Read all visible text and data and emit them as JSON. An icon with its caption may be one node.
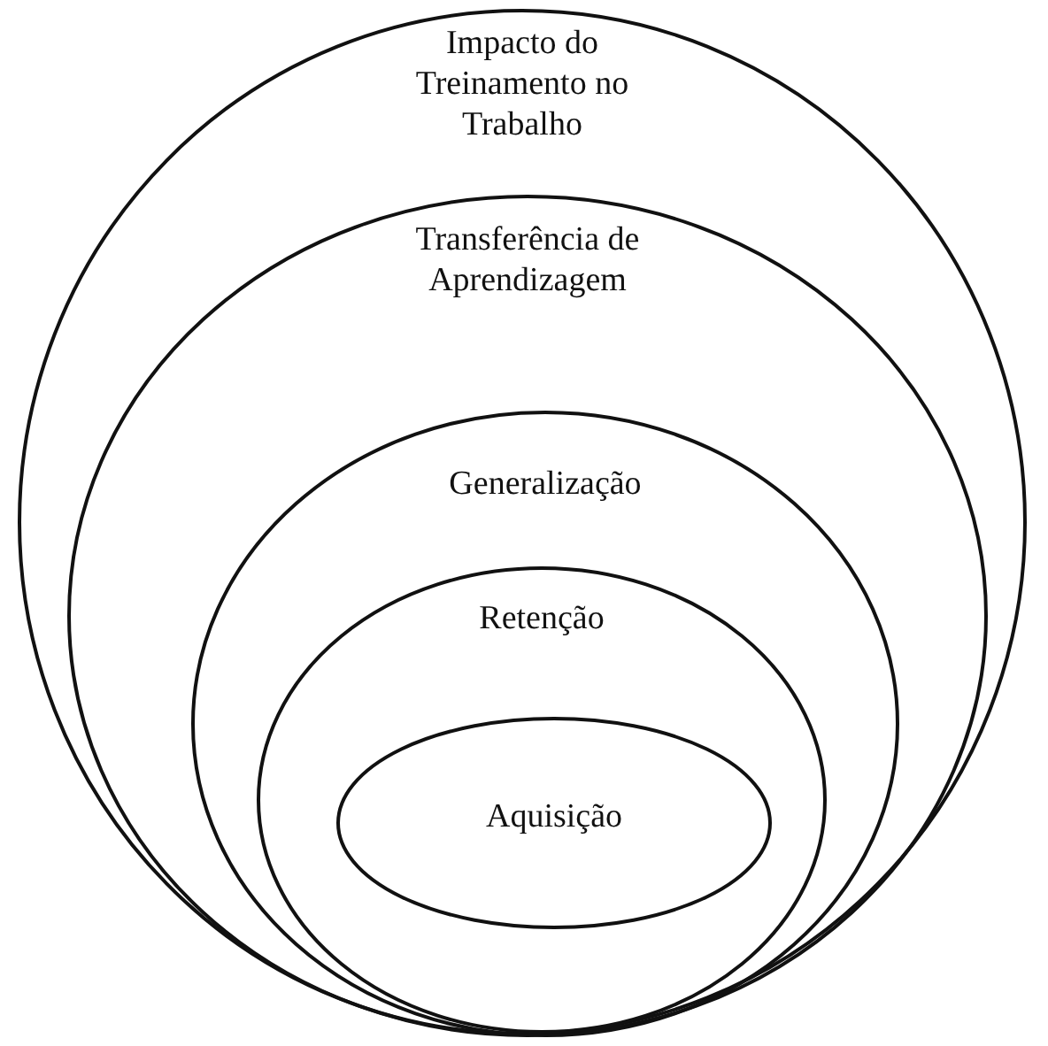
{
  "diagram": {
    "nodes": [
      {
        "text": [
          "Impacto do Treinamento no Trabalho"
        ]
      },
      {
        "text": [
          "Transferência de Aprendizagem"
        ],
        "in": 0
      },
      {
        "text": [
          "Generalização"
        ],
        "in": 1
      },
      {
        "text": [
          "Retenção"
        ],
        "in": 2
      },
      {
        "text": [
          "Aquisição"
        ],
        "in": 3
      }
    ]
  }
}
